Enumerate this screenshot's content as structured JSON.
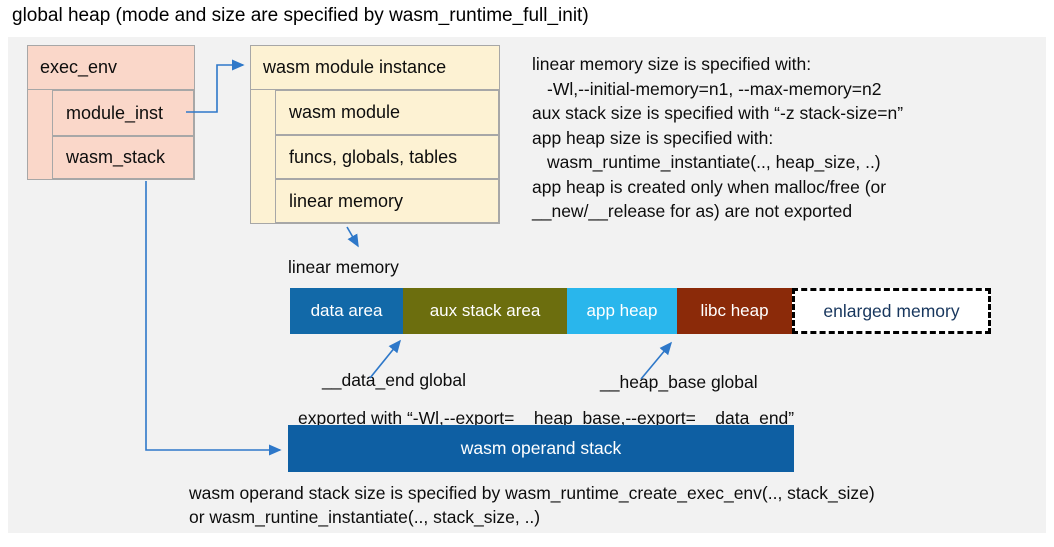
{
  "title": "global heap (mode and size are specified by wasm_runtime_full_init)",
  "exec_env": {
    "title": "exec_env",
    "rows": [
      "module_inst",
      "wasm_stack"
    ]
  },
  "module_instance": {
    "title": "wasm module instance",
    "rows": [
      "wasm module",
      "funcs, globals, tables",
      "linear memory"
    ]
  },
  "notes_right": {
    "lines": [
      "linear memory size is specified with:",
      "-Wl,--initial-memory=n1, --max-memory=n2",
      "aux stack size is specified with “-z stack-size=n”",
      "app heap size is specified with:",
      "wasm_runtime_instantiate(.., heap_size, ..)",
      "app heap is created only when malloc/free (or",
      "__new/__release for as) are not exported"
    ]
  },
  "linear_memory": {
    "label": "linear memory",
    "segments": [
      {
        "label": "data area",
        "color": "#1269a8"
      },
      {
        "label": "aux stack area",
        "color": "#6c6e0e"
      },
      {
        "label": "app heap",
        "color": "#29b6ec"
      },
      {
        "label": "libc heap",
        "color": "#8b2a09"
      },
      {
        "label": "enlarged memory",
        "color": "#ffffff"
      }
    ],
    "data_end_label": "__data_end global",
    "heap_base_label": "__heap_base global",
    "exported_note": "exported with “-Wl,--export=__heap_base,--export=__data_end”"
  },
  "operand_stack": {
    "label": "wasm operand stack",
    "note_line1": "wasm operand stack size is specified by wasm_runtime_create_exec_env(.., stack_size)",
    "note_line2": "or wasm_runtine_instantiate(.., stack_size, ..)"
  },
  "colors": {
    "panel_bg": "#f2f2f2",
    "exec_env_fill": "#fad7c9",
    "instance_fill": "#fdf2d3",
    "box_border": "#a7a7a7",
    "arrow": "#2e78c9",
    "operand_stack_fill": "#0e5fa3",
    "enlarged_text": "#17365d"
  }
}
